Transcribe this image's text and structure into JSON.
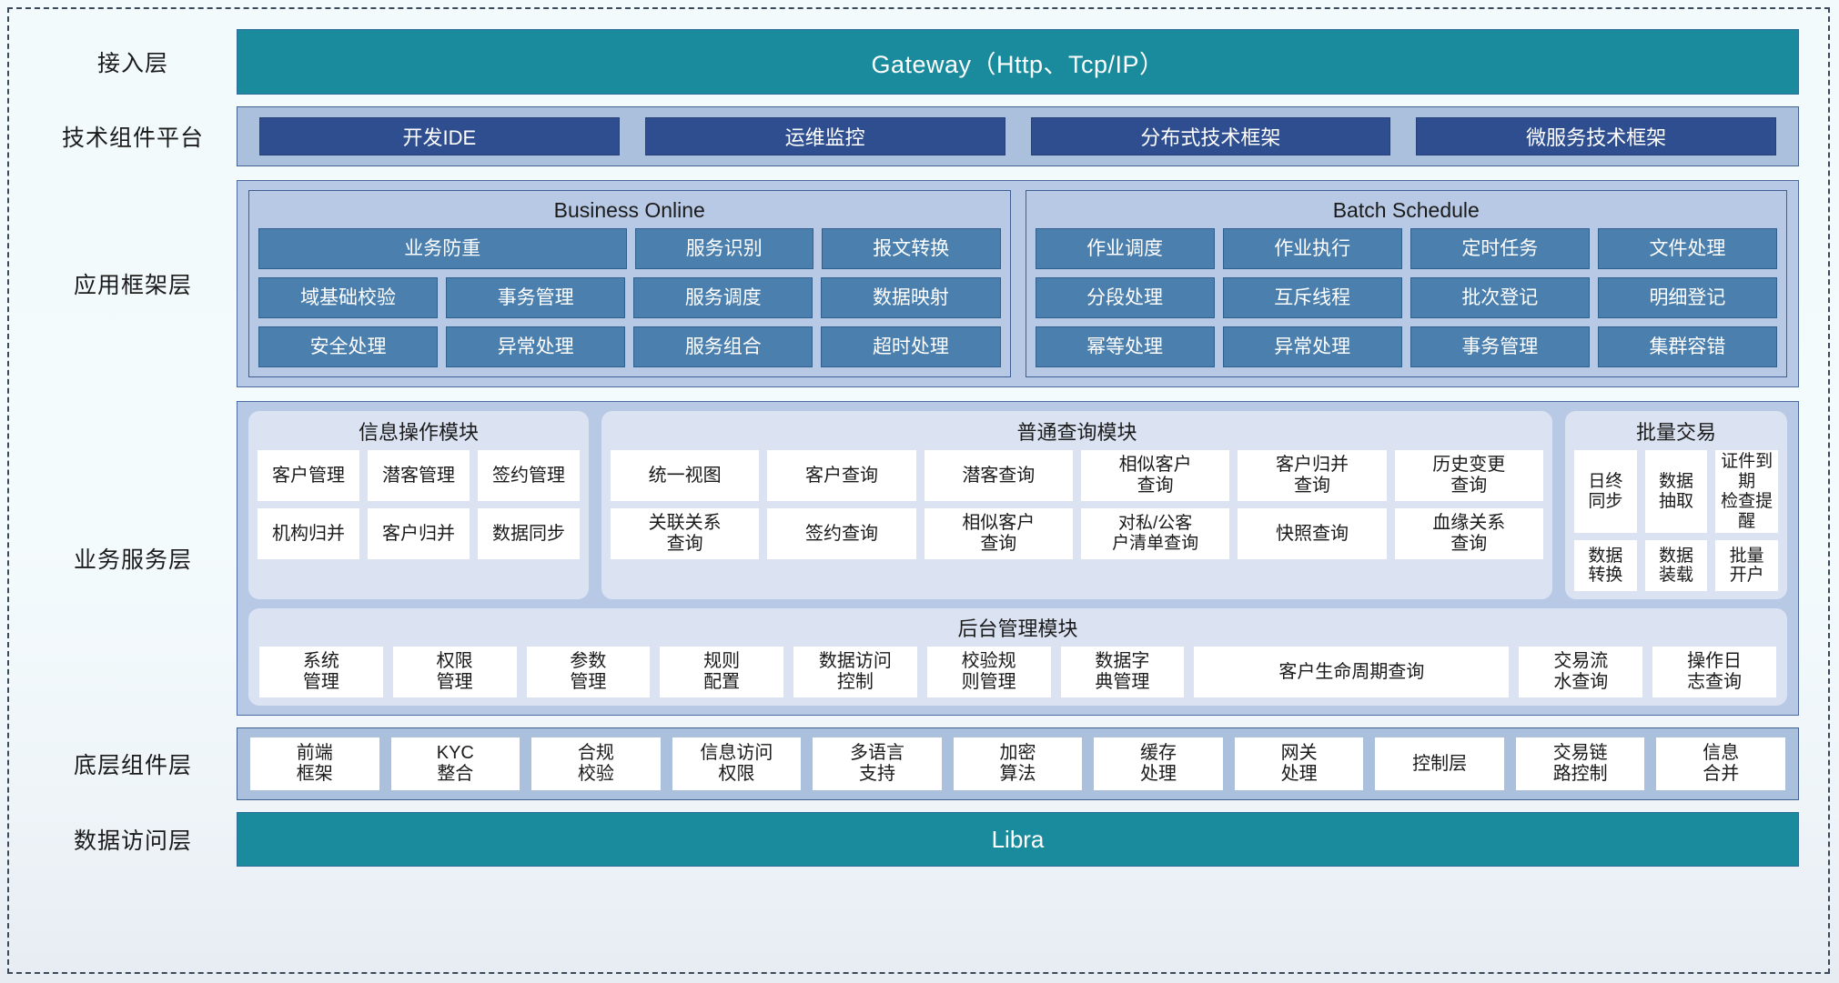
{
  "layers": {
    "access": {
      "label": "接入层",
      "bar": "Gateway（Http、Tcp/IP）"
    },
    "tech": {
      "label": "技术组件平台",
      "chips": [
        "开发IDE",
        "运维监控",
        "分布式技术框架",
        "微服务技术框架"
      ]
    },
    "app": {
      "label": "应用框架层",
      "groups": [
        {
          "title": "Business Online",
          "rows": [
            [
              "业务防重",
              "服务识别",
              "报文转换"
            ],
            [
              "域基础校验",
              "事务管理",
              "服务调度",
              "数据映射"
            ],
            [
              "安全处理",
              "异常处理",
              "服务组合",
              "超时处理"
            ]
          ]
        },
        {
          "title": "Batch Schedule",
          "rows": [
            [
              "作业调度",
              "作业执行",
              "定时任务",
              "文件处理"
            ],
            [
              "分段处理",
              "互斥线程",
              "批次登记",
              "明细登记"
            ],
            [
              "幂等处理",
              "异常处理",
              "事务管理",
              "集群容错"
            ]
          ]
        }
      ]
    },
    "service": {
      "label": "业务服务层",
      "groups": [
        {
          "title": "信息操作模块",
          "rows": [
            [
              "客户管理",
              "潜客管理",
              "签约管理"
            ],
            [
              "机构归并",
              "客户归并",
              "数据同步"
            ]
          ]
        },
        {
          "title": "普通查询模块",
          "rows": [
            [
              "统一视图",
              "客户查询",
              "潜客查询",
              "相似客户\n查询",
              "客户归并\n查询",
              "历史变更\n查询"
            ],
            [
              "关联关系\n查询",
              "签约查询",
              "相似客户\n查询",
              "对私/公客\n户清单查询",
              "快照查询",
              "血缘关系\n查询"
            ]
          ]
        },
        {
          "title": "批量交易",
          "rows": [
            [
              "日终\n同步",
              "数据\n抽取",
              "证件到期\n检查提醒"
            ],
            [
              "数据\n转换",
              "数据\n装载",
              "批量\n开户"
            ]
          ]
        }
      ],
      "admin": {
        "title": "后台管理模块",
        "cells": [
          {
            "label": "系统\n管理",
            "wide": false
          },
          {
            "label": "权限\n管理",
            "wide": false
          },
          {
            "label": "参数\n管理",
            "wide": false
          },
          {
            "label": "规则\n配置",
            "wide": false
          },
          {
            "label": "数据访问\n控制",
            "wide": false
          },
          {
            "label": "校验规\n则管理",
            "wide": false
          },
          {
            "label": "数据字\n典管理",
            "wide": false
          },
          {
            "label": "客户生命周期查询",
            "wide": true
          },
          {
            "label": "交易流\n水查询",
            "wide": false
          },
          {
            "label": "操作日\n志查询",
            "wide": false
          }
        ]
      }
    },
    "base": {
      "label": "底层组件层",
      "cells": [
        "前端\n框架",
        "KYC\n整合",
        "合规\n校验",
        "信息访问\n权限",
        "多语言\n支持",
        "加密\n算法",
        "缓存\n处理",
        "网关\n处理",
        "控制层",
        "交易链\n路控制",
        "信息\n合并"
      ]
    },
    "data": {
      "label": "数据访问层",
      "bar": "Libra"
    }
  },
  "colors": {
    "teal": "#1a8b9d",
    "dark_blue_chip": "#2e4e8f",
    "app_cell": "#4a7fae",
    "panel_blue": "#b7c9e4",
    "group_light": "#dbe3f3",
    "page_bg": "#f2fafc"
  }
}
